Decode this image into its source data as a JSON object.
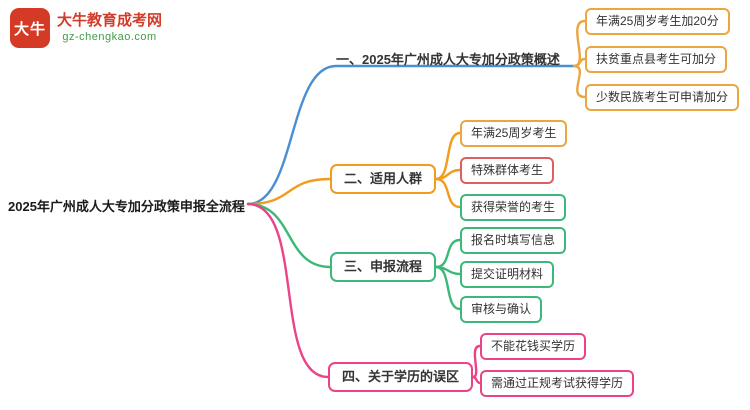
{
  "logo": {
    "icon_text": "大牛",
    "site_name": "大牛教育成考网",
    "site_url": "gz-chengkao.com"
  },
  "root": {
    "label": "2025年广州成人大专加分政策申报全流程"
  },
  "palette": {
    "blue": "#4a8fd4",
    "orange": "#f09c1f",
    "yellow": "#eaa640",
    "red": "#dd5f5f",
    "green": "#3cb878",
    "pink": "#ec4388"
  },
  "branches": [
    {
      "label": "一、2025年广州成人大专加分政策概述",
      "color": "#4a8fd4",
      "children": [
        {
          "label": "年满25周岁考生加20分",
          "color": "#eaa640"
        },
        {
          "label": "扶贫重点县考生可加分",
          "color": "#eaa640"
        },
        {
          "label": "少数民族考生可申请加分",
          "color": "#eaa640"
        }
      ]
    },
    {
      "label": "二、适用人群",
      "color": "#f09c1f",
      "children": [
        {
          "label": "年满25周岁考生",
          "color": "#eaa640"
        },
        {
          "label": "特殊群体考生",
          "color": "#dd5f5f"
        },
        {
          "label": "获得荣誉的考生",
          "color": "#3cb878"
        }
      ]
    },
    {
      "label": "三、申报流程",
      "color": "#3cb878",
      "children": [
        {
          "label": "报名时填写信息",
          "color": "#3cb878"
        },
        {
          "label": "提交证明材料",
          "color": "#3cb878"
        },
        {
          "label": "审核与确认",
          "color": "#3cb878"
        }
      ]
    },
    {
      "label": "四、关于学历的误区",
      "color": "#ec4388",
      "children": [
        {
          "label": "不能花钱买学历",
          "color": "#ec4388"
        },
        {
          "label": "需通过正规考试获得学历",
          "color": "#ec4388"
        }
      ]
    }
  ]
}
